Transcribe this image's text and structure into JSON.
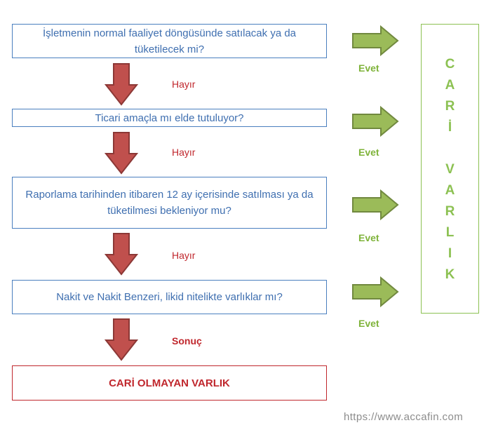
{
  "questions": [
    {
      "text": "İşletmenin normal faaliyet döngüsünde satılacak ya da tüketilecek mi?"
    },
    {
      "text": "Ticari amaçla mı elde tutuluyor?"
    },
    {
      "text": "Raporlama tarihinden itibaren 12 ay içerisinde satılması ya da tüketilmesi bekleniyor mu?"
    },
    {
      "text": "Nakit ve Nakit Benzeri, likid nitelikte varlıklar mı?"
    }
  ],
  "no_labels": [
    "Hayır",
    "Hayır",
    "Hayır",
    "Sonuç"
  ],
  "yes_labels": [
    "Evet",
    "Evet",
    "Evet",
    "Evet"
  ],
  "result": "CARİ OLMAYAN VARLIK",
  "cari_varlik_letters": [
    "C",
    "A",
    "R",
    "İ",
    "V",
    "A",
    "R",
    "L",
    "I",
    "K"
  ],
  "watermark": "https://www.accafin.com",
  "colors": {
    "question_border": "#4a7fbf",
    "question_text": "#3f6fb0",
    "red": "#c0272d",
    "green": "#8cc152",
    "down_arrow_fill": "#c0504d",
    "right_arrow_fill": "#9bbb59"
  }
}
